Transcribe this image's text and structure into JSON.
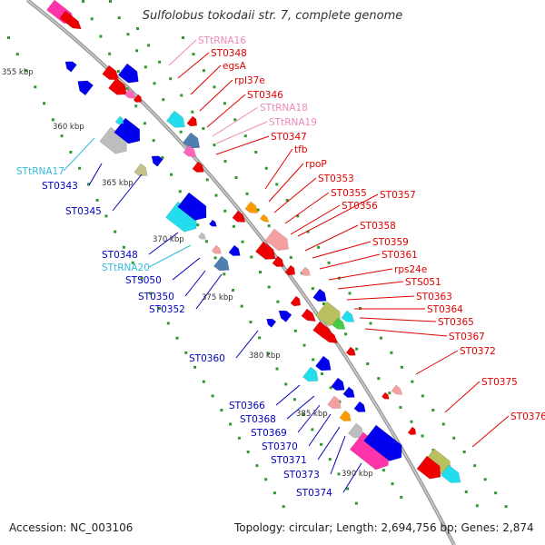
{
  "title": "Sulfolobus tokodaii str. 7, complete genome",
  "footer": {
    "accession_label": "Accession: NC_003106",
    "summary": "Topology: circular; Length: 2,694,756 bp; Genes: 2,874"
  },
  "colors": {
    "backbone": "#8a8a8a",
    "dot_green": "#2e9a2e",
    "label_red": "#e00000",
    "label_pink": "#ee88bb",
    "label_blue": "#0000bb",
    "label_cyan": "#33bbdd"
  },
  "kbp_marks": [
    "355 kbp",
    "360 kbp",
    "365 kbp",
    "370 kbp",
    "375 kbp",
    "380 kbp",
    "385 kbp",
    "390 kbp"
  ],
  "right_labels": [
    {
      "text": "STtRNA16",
      "color": "pink"
    },
    {
      "text": "ST0348",
      "color": "red"
    },
    {
      "text": "egsA",
      "color": "red"
    },
    {
      "text": "rpl37e",
      "color": "red"
    },
    {
      "text": "ST0346",
      "color": "red"
    },
    {
      "text": "STtRNA18",
      "color": "pink"
    },
    {
      "text": "STtRNA19",
      "color": "pink"
    },
    {
      "text": "ST0347",
      "color": "red"
    },
    {
      "text": "tfb",
      "color": "red"
    },
    {
      "text": "rpoP",
      "color": "red"
    },
    {
      "text": "ST0353",
      "color": "red"
    },
    {
      "text": "ST0355",
      "color": "red"
    },
    {
      "text": "ST0357",
      "color": "red"
    },
    {
      "text": "ST0356",
      "color": "red"
    },
    {
      "text": "ST0358",
      "color": "red"
    },
    {
      "text": "ST0359",
      "color": "red"
    },
    {
      "text": "ST0361",
      "color": "red"
    },
    {
      "text": "rps24e",
      "color": "red"
    },
    {
      "text": "STS051",
      "color": "red"
    },
    {
      "text": "ST0363",
      "color": "red"
    },
    {
      "text": "ST0364",
      "color": "red"
    },
    {
      "text": "ST0365",
      "color": "red"
    },
    {
      "text": "ST0367",
      "color": "red"
    },
    {
      "text": "ST0372",
      "color": "red"
    },
    {
      "text": "ST0375",
      "color": "red"
    },
    {
      "text": "ST0376",
      "color": "red"
    }
  ],
  "left_labels": [
    {
      "text": "STtRNA17",
      "color": "cyan"
    },
    {
      "text": "ST0343",
      "color": "blue"
    },
    {
      "text": "ST0345",
      "color": "blue"
    },
    {
      "text": "ST0348",
      "color": "blue"
    },
    {
      "text": "STtRNA20",
      "color": "cyan"
    },
    {
      "text": "STS050",
      "color": "blue"
    },
    {
      "text": "ST0350",
      "color": "blue"
    },
    {
      "text": "ST0352",
      "color": "blue"
    },
    {
      "text": "ST0360",
      "color": "blue"
    },
    {
      "text": "ST0366",
      "color": "blue"
    },
    {
      "text": "ST0368",
      "color": "blue"
    },
    {
      "text": "ST0369",
      "color": "blue"
    },
    {
      "text": "ST0370",
      "color": "blue"
    },
    {
      "text": "ST0371",
      "color": "blue"
    },
    {
      "text": "ST0373",
      "color": "blue"
    },
    {
      "text": "ST0374",
      "color": "blue"
    }
  ],
  "feature_colors": [
    "red",
    "blue",
    "pink",
    "salmon",
    "cyan",
    "steelblue",
    "silver",
    "khaki",
    "orange",
    "magenta",
    "green",
    "yellowgreen"
  ]
}
